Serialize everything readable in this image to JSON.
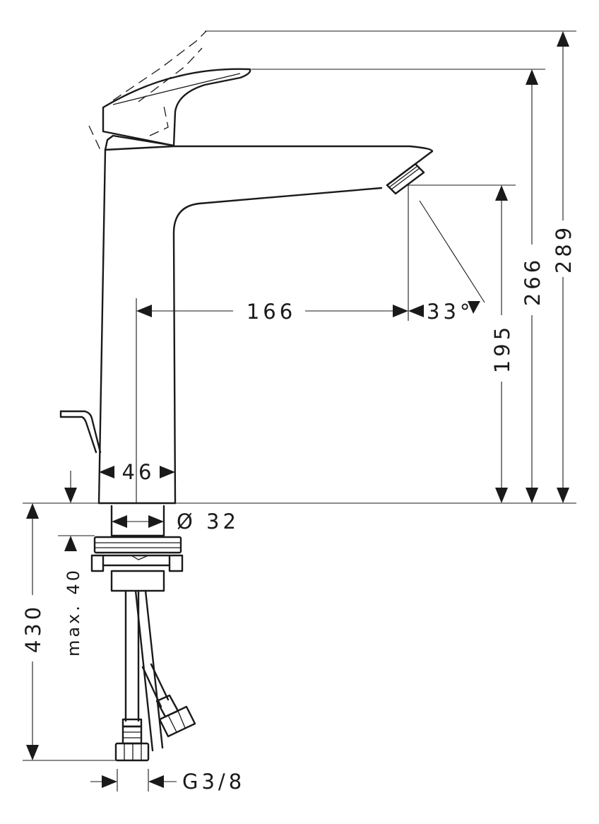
{
  "dimensions": {
    "overall_height": "289",
    "handle_height": "266",
    "spout_height": "195",
    "spout_reach": "166",
    "spray_angle": "33°",
    "body_width": "46",
    "shank_diameter": "Ø 32",
    "max_thickness": "max. 40",
    "hose_length": "430",
    "connection_thread": "G3/8"
  },
  "colors": {
    "line": "#1a1a1a",
    "background": "#ffffff"
  }
}
